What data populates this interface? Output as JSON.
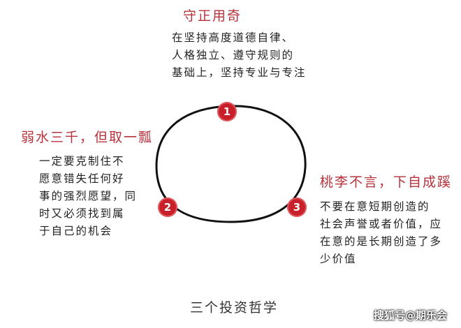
{
  "principles": [
    {
      "number": "1",
      "title": "守正用奇",
      "lines": [
        "在坚持高度道德自律、",
        "人格独立、遵守规则的",
        "基础上，坚持专业与专注"
      ]
    },
    {
      "number": "2",
      "title": "弱水三千，但取一瓢",
      "lines": [
        "一定要克制住不",
        "愿意错失任何好",
        "事的强烈愿望，同",
        "时又必须找到属",
        "于自己的机会"
      ]
    },
    {
      "number": "3",
      "title": "桃李不言，下自成蹊",
      "lines": [
        "不要在意短期创造的",
        "社会声誉或者价值，应",
        "在意的是长期创造了多",
        "少价值"
      ]
    }
  ],
  "caption": "三个投资哲学",
  "watermark": "搜狐号@期乐会",
  "colors": {
    "accent": "#c8202a",
    "title": "#b8323c"
  }
}
